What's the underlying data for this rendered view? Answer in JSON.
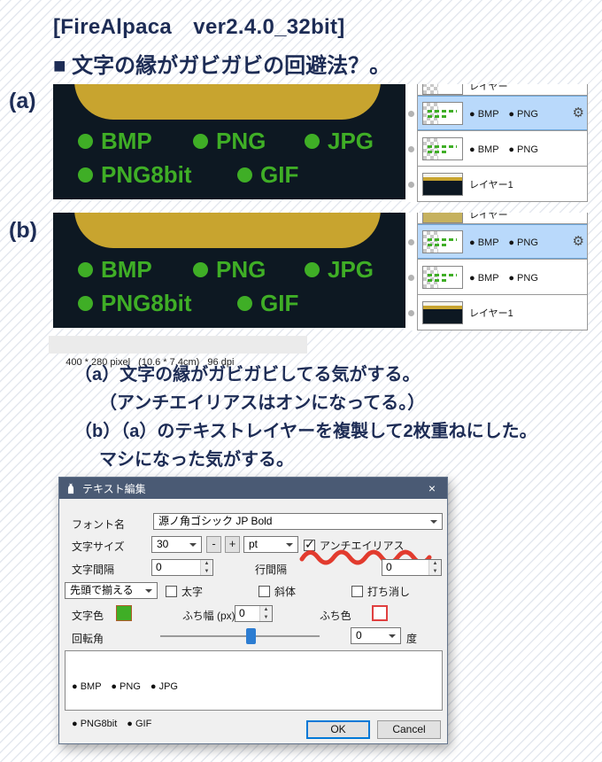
{
  "header": {
    "line1": "[FireAlpaca　ver2.4.0_32bit]",
    "line2": "■ 文字の縁がガビガビの回避法？。"
  },
  "sample_a": {
    "label": "(a)"
  },
  "sample_b": {
    "label": "(b)"
  },
  "canvas_text": {
    "items_row1": [
      "BMP",
      "PNG",
      "JPG"
    ],
    "items_row2": [
      "PNG8bit",
      "GIF"
    ]
  },
  "layers_a": {
    "partial_label": "レイヤー",
    "row_selected": "● BMP　● PNG",
    "row_normal": "● BMP　● PNG",
    "row_bottom": "レイヤー1"
  },
  "layers_b": {
    "partial_label": "レイヤー",
    "row_selected": "● BMP　● PNG",
    "row_normal": "● BMP　● PNG",
    "row_bottom": "レイヤー1"
  },
  "status_bar": {
    "text": "400 * 280 pixel   (10.6 * 7.4cm)   96 dpi"
  },
  "notes": {
    "line1": "（a）文字の縁がガビガビしてる気がする。",
    "line2": "（アンチエイリアスはオンになってる。）",
    "line3": "（b）（a）のテキストレイヤーを複製して2枚重ねにした。",
    "line4": "マシになった気がする。"
  },
  "dialog": {
    "title": "テキスト編集",
    "close_icon": "×",
    "font_label": "フォント名",
    "font_value": "源ノ角ゴシック JP Bold",
    "size_label": "文字サイズ",
    "size_value": "30",
    "minus_label": "-",
    "plus_label": "+",
    "unit_value": "pt",
    "antialias_label": "アンチエイリアス",
    "antialias_checked": true,
    "check_glyph": "✓",
    "char_spacing_label": "文字間隔",
    "char_spacing_value": "0",
    "line_spacing_label": "行間隔",
    "line_spacing_value": "0",
    "align_value": "先頭で揃える",
    "bold_label": "太字",
    "italic_label": "斜体",
    "strike_label": "打ち消し",
    "text_color_label": "文字色",
    "edge_width_label": "ふち幅 (px)",
    "edge_width_value": "0",
    "edge_color_label": "ふち色",
    "rotation_label": "回転角",
    "rotation_value": "0",
    "degree_label": "度",
    "preview_line1": "● BMP　● PNG　● JPG",
    "preview_line2": "● PNG8bit　● GIF",
    "ok_label": "OK",
    "cancel_label": "Cancel"
  },
  "icons": {
    "gear": "⚙",
    "spin_up": "▲",
    "spin_down": "▼"
  },
  "colors": {
    "accent_green": "#3fae26",
    "banner_yellow": "#c8a42f",
    "canvas_dark": "#0d1822",
    "selected_row": "#b9d9fb",
    "titlebar": "#4a5a74",
    "annotation_red": "#e23b2e",
    "edge_swatch_red": "#e04040",
    "slider_blue": "#2d7dd2"
  }
}
